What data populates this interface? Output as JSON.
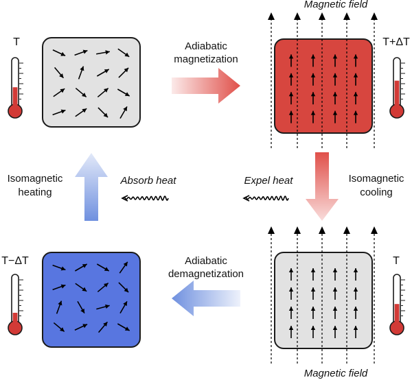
{
  "labels": {
    "magnetic_field_top": "Magnetic field",
    "magnetic_field_bottom": "Magnetic field",
    "adiabatic_magnetization_line1": "Adiabatic",
    "adiabatic_magnetization_line2": "magnetization",
    "adiabatic_demagnetization_line1": "Adiabatic",
    "adiabatic_demagnetization_line2": "demagnetization",
    "isomagnetic_heating_line1": "Isomagnetic",
    "isomagnetic_heating_line2": "heating",
    "isomagnetic_cooling_line1": "Isomagnetic",
    "isomagnetic_cooling_line2": "cooling",
    "absorb_heat": "Absorb heat",
    "expel_heat": "Expel heat"
  },
  "thermometers": {
    "top_left": "T",
    "top_right": "T+ΔT",
    "bottom_left": "T−ΔT",
    "bottom_right": "T"
  },
  "colors": {
    "neutral_box": "#e2e2e2",
    "hot_box": "#d7463f",
    "cold_box": "#5876e0",
    "hot_arrow": "#e0504a",
    "cold_arrow": "#6f90df",
    "thermometer_fill": "#d23a36"
  }
}
